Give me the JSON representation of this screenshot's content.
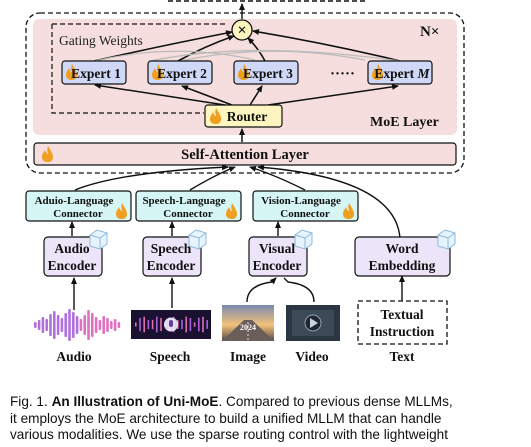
{
  "figure": {
    "gating_label": "Gating Weights",
    "n_times": "N×",
    "multiply_symbol": "×",
    "experts": [
      "Expert 1",
      "Expert 2",
      "Expert 3",
      "Expert "
    ],
    "expert_last_italic": "M",
    "ellipsis": "·····",
    "router": "Router",
    "moe_label": "MoE Layer",
    "self_attention": "Self-Attention Layer",
    "connectors": [
      {
        "line1": "Aduio-Language",
        "line2": "Connector"
      },
      {
        "line1": "Speech-Language",
        "line2": "Connector"
      },
      {
        "line1": "Vision-Language",
        "line2": "Connector"
      }
    ],
    "encoders": [
      {
        "line1": "Audio",
        "line2": "Encoder"
      },
      {
        "line1": "Speech",
        "line2": "Encoder"
      },
      {
        "line1": "Visual",
        "line2": "Encoder"
      },
      {
        "line1": "Word",
        "line2": "Embedding"
      }
    ],
    "textual_instruction": {
      "line1": "Textual",
      "line2": "Instruction"
    },
    "image_badge": "2024",
    "input_labels": [
      "Audio",
      "Speech",
      "Image",
      "Video",
      "Text"
    ],
    "colors": {
      "moe_bg": "#f6dede",
      "expert_fill": "#cfd8f6",
      "router_fill": "#fcf5c0",
      "connector_fill": "#d6f5f5",
      "encoder_fill": "#ece4f8",
      "flame": "#f0a020"
    }
  },
  "caption": {
    "prefix": "Fig. 1. ",
    "title": "An Illustration of Uni-MoE",
    "text1": ". Compared to previous dense MLLMs,",
    "line2": "it employs the MoE architecture to build a unified MLLM that can handle",
    "line3": "various modalities. We use the sparse routing control with the lightweight"
  }
}
